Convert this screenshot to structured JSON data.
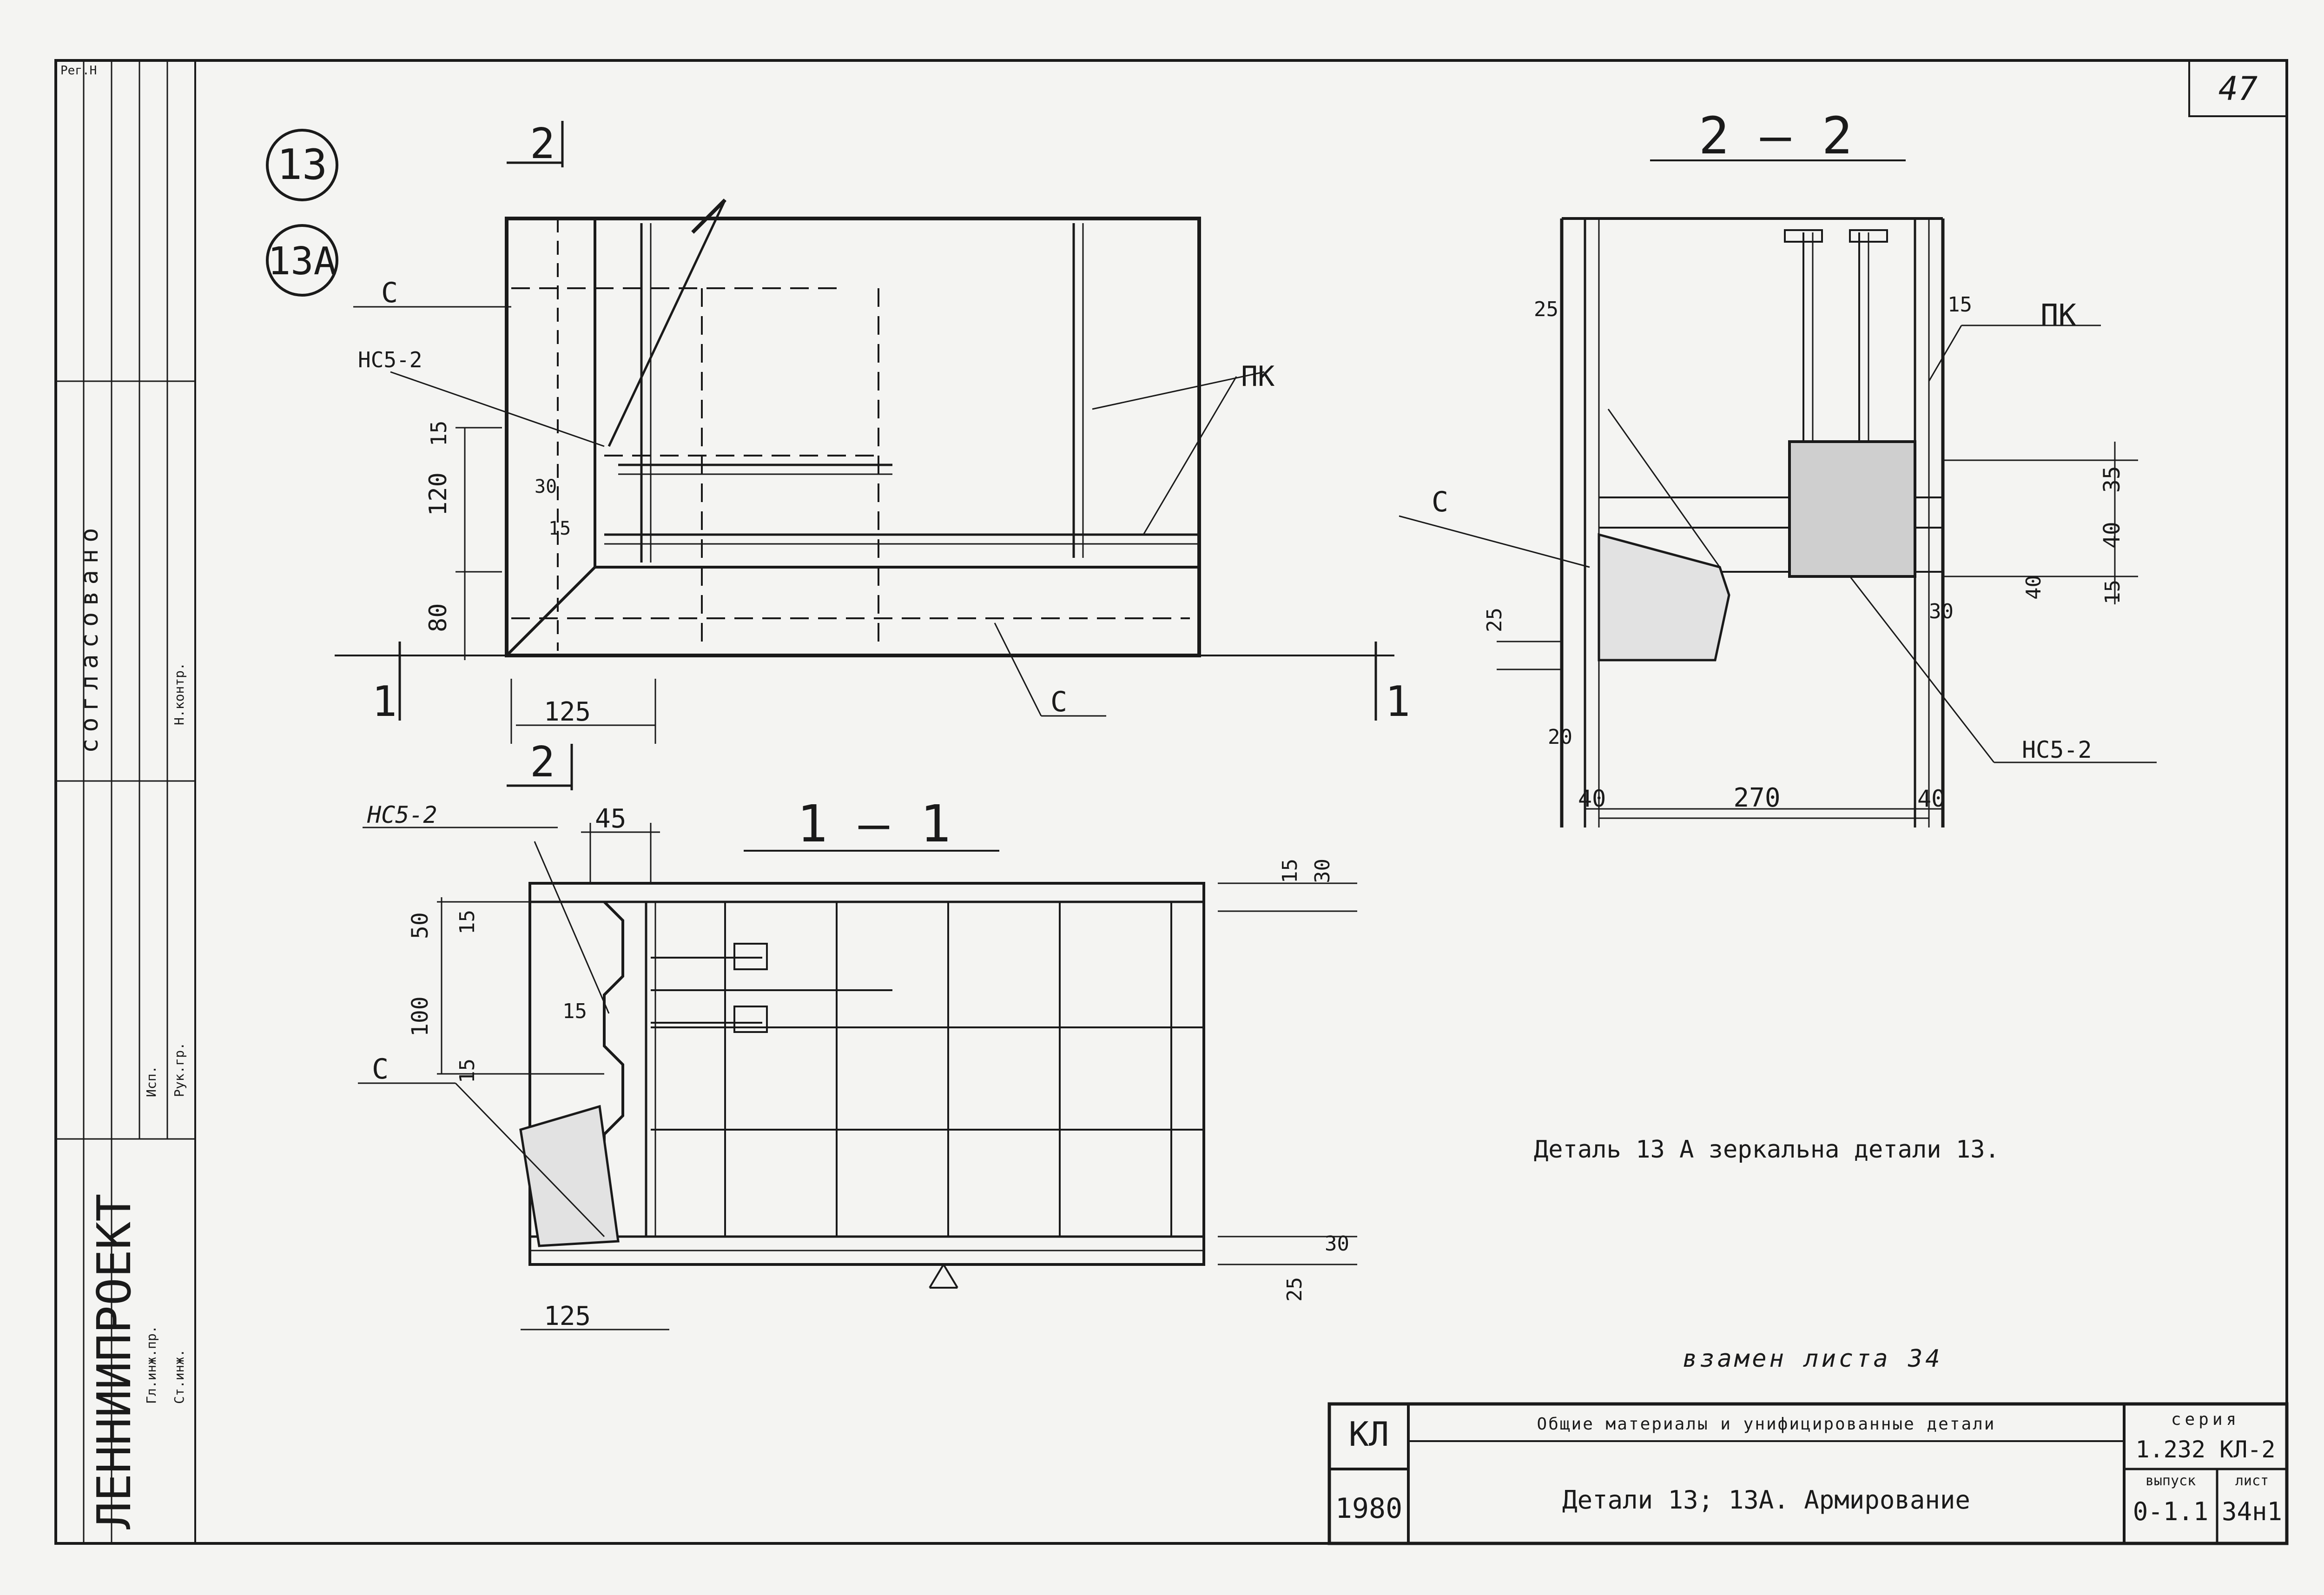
{
  "sheet": {
    "corner_tag": "Рег.Н",
    "sheet_number": "47",
    "org_name": "ЛЕННИИПРОЕКТ",
    "approved_vertical": "согласовано",
    "replaces_note": "взамен листа 34"
  },
  "detail_marks": {
    "mark_1": "13",
    "mark_2": "13А"
  },
  "section_markers": {
    "s2": "2",
    "s1": "1",
    "section_1_title": "1 — 1",
    "section_2_title": "2 — 2"
  },
  "labels": {
    "c": "С",
    "pk": "ПК",
    "nc5_2": "НС5-2",
    "nc5_2_alt": "НС5-2"
  },
  "dims_top_left": {
    "d15": "15",
    "d120": "120",
    "d80": "80",
    "d30": "30",
    "d15b": "15",
    "d125": "125"
  },
  "dims_section_2": {
    "d25": "25",
    "d15": "15",
    "d35": "35",
    "d40": "40",
    "d40b": "40",
    "d15b": "15",
    "d30": "30",
    "d25b": "25",
    "d20": "20",
    "d40c": "40",
    "d270": "270",
    "d40d": "40"
  },
  "dims_section_1": {
    "d45": "45",
    "d50": "50",
    "d15": "15",
    "d100": "100",
    "d15b": "15",
    "d15c": "15",
    "d15d": "15",
    "d30": "30",
    "d30b": "30",
    "d25": "25",
    "d125": "125"
  },
  "note": "Деталь 13 А зеркальна детали 13.",
  "title_block": {
    "code": "КЛ",
    "year": "1980",
    "description": "Общие материалы и унифицированные детали",
    "drawing_title": "Детали 13; 13А. Армирование",
    "series_label": "серия",
    "series_value": "1.232 КЛ-2",
    "issue_label": "выпуск",
    "issue_value": "0-1.1",
    "sheet_label": "лист",
    "sheet_value": "34н1"
  },
  "stamp_left": {
    "col_1": "Ст.инж.",
    "col_2": "Гл.инж.пр.",
    "col_3": "Рук.гр.",
    "col_4": "Исп.",
    "col_5": "Н.контр."
  }
}
